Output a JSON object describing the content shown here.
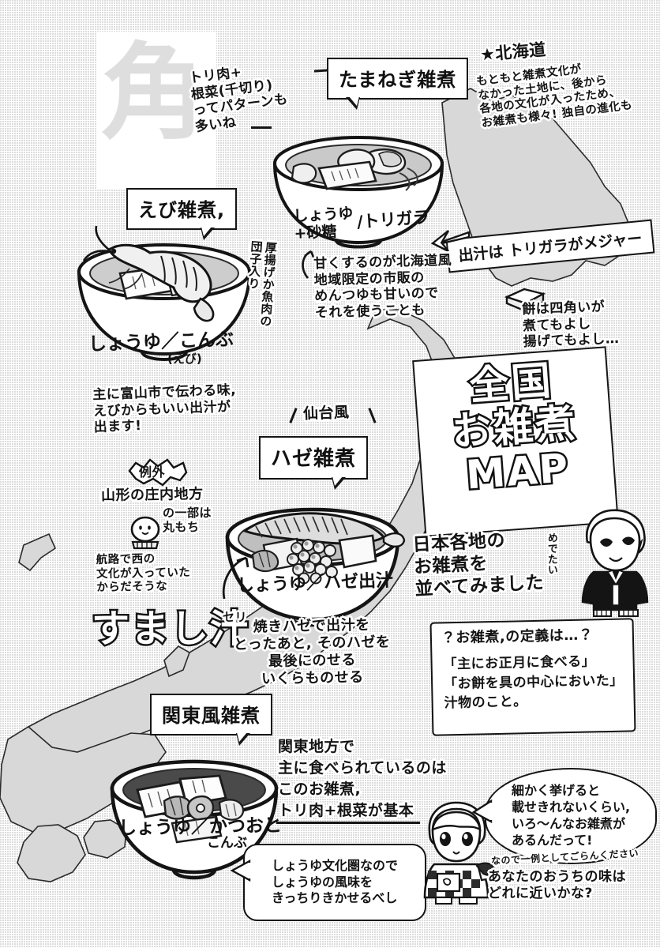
{
  "page": {
    "title": "全国お雑煮MAP",
    "watermark_char": "角",
    "background_color": "#ffffff",
    "ink_color": "#141414",
    "land_color": "#d8d8d8"
  },
  "title_card": {
    "line1": "全国",
    "line2": "お雑煮",
    "line3": "MAP"
  },
  "label_boxes": [
    {
      "id": "tamanegi",
      "text": "たまねぎ雑煮"
    },
    {
      "id": "ebi",
      "text": "えび雑煮,"
    },
    {
      "id": "haze",
      "text": "ハゼ雑煮"
    },
    {
      "id": "kanto",
      "text": "関東風雑煮"
    }
  ],
  "bowls": [
    {
      "id": "tamanegi-bowl",
      "label": "しょうゆ\n+砂糖",
      "label_right": "/トリガラ",
      "region": "北海道"
    },
    {
      "id": "ebi-bowl",
      "label": "しょうゆ／こんぶ",
      "label_sub": "(えび)",
      "region": "富山"
    },
    {
      "id": "haze-bowl",
      "label": "しょうゆ／ハゼ出汁",
      "region": "仙台"
    },
    {
      "id": "kanto-bowl",
      "label": "しょうゆ／かつおと",
      "label_sub": "こんぶ",
      "region": "関東"
    }
  ],
  "annotations": {
    "torinku": "トリ肉+\n根菜(千切り)\nってパターンも\n多いね",
    "hokkaido_star": "★北海道",
    "hokkaido_body": "もともと雑煮文化が\nなかった土地に、後から\n各地の文化が入ったため、\nお雑煮も様々! 独自の進化も",
    "dashi_major": "出汁は トリガラがメジャー",
    "amaku": "甘くするのが北海道風\n地域限定の市販の\nめんつゆも甘いので\nそれを使うことも",
    "mochi_note": "餅は四角いが\n煮てもよし\n揚げてもよし…",
    "atsuage": "厚揚げか魚肉の\n団子入り",
    "toyama": "主に富山市で伝わる味,\nえびからもいい出汁が\n出ます!",
    "reigai_badge": "例外",
    "yamagata": "山形の庄内地方",
    "yamagata_sub": "の一部は\n丸もち",
    "yamagata_reason": "航路で西の\n文化が入っていた\nからだそうな",
    "sendai_style": "仙台風",
    "sumashi": "すまし汁",
    "seri": "セリ",
    "haze_dashi": "焼きハゼで出汁を\nとったあと, そのハゼを\n最後にのせる\nいくらものせる",
    "nihon_kakuchi": "日本各地の\nお雑煮を\n並べてみました",
    "medetai": "めでたい",
    "definition_q": "？お雑煮,の定義は…？",
    "definition_body": "「主にお正月に食べる」\n「お餅を具の中心においた」\n汁物のこと。",
    "kanto_body": "関東地方で\n主に食べられているのは\nこのお雑煮,\nトリ肉+根菜が基本",
    "shoyu_bubble": "しょうゆ文化圏なので\nしょうゆの風味を\nきっちりきかせるべし",
    "komakaku": "細かく挙げると\n載せきれないくらい,\nいろ～んなお雑煮が\nあるんだって!",
    "nanode": "なので一例としてごらんください",
    "anata": "あなたのおうちの味は\nどれに近いかな?"
  }
}
